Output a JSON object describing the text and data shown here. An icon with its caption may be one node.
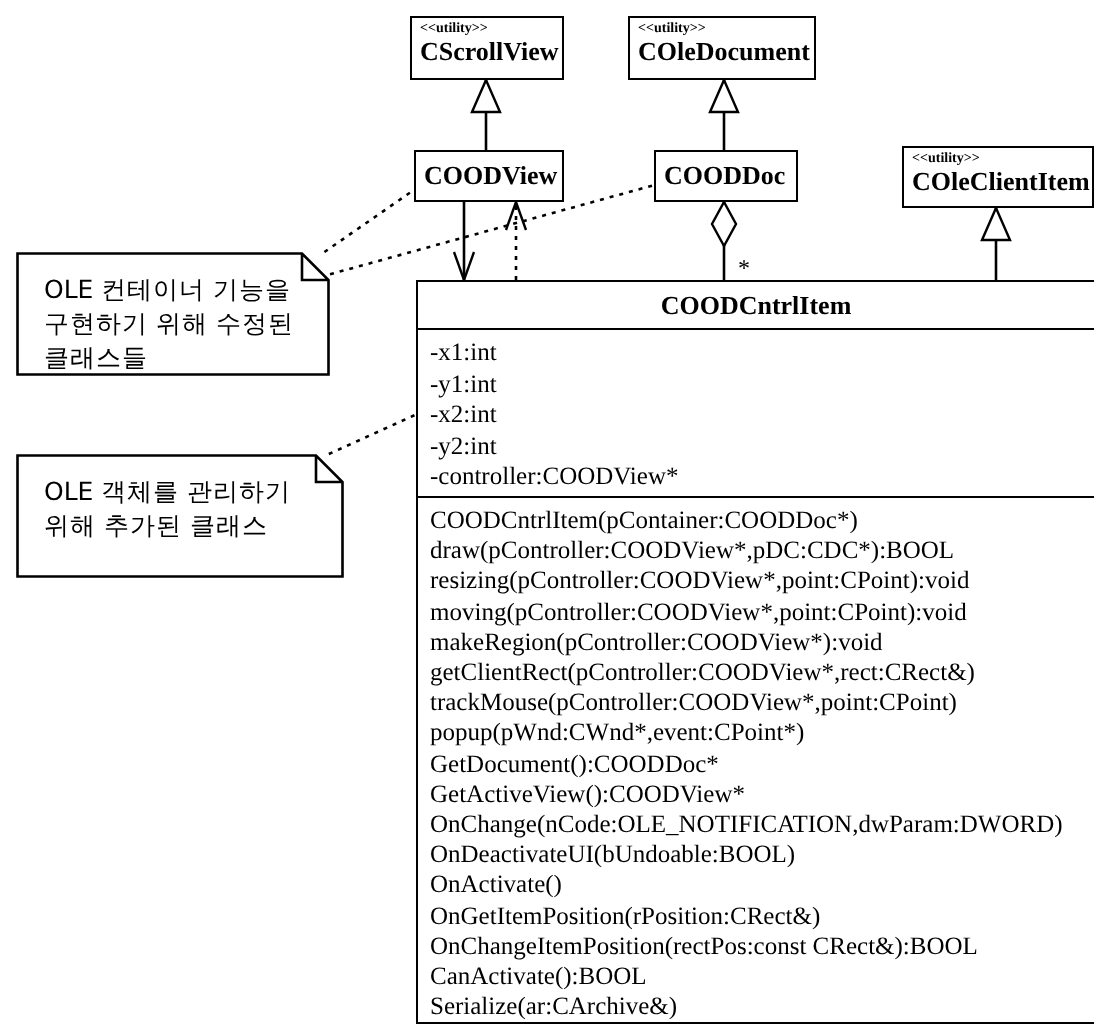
{
  "diagram": {
    "nodes": [
      {
        "text": [
          "<<utility>>",
          "CScrollView"
        ]
      },
      {
        "text": [
          "<<utility>>",
          "COleDocument"
        ]
      },
      {
        "text": [
          "COODView"
        ]
      },
      {
        "text": [
          "COODDoc"
        ]
      },
      {
        "text": [
          "<<utility>>",
          "COleClientItem"
        ]
      },
      {
        "text": [
          "OLE 컨테이너 기능을 구현하기 위해 수정된 클래스들"
        ]
      },
      {
        "text": [
          "COODCntrlItem",
          "-x1:int",
          "-y1:int",
          "-x2:int",
          "-y2:int",
          "-controller:COODView*",
          "COODCntrlItem(pContainer:COODDoc*)",
          "draw(pController:COODView*,pDC:CDC*):BOOL",
          "resizing(pController:COODView*,point:CPoint):void",
          "moving(pController:COODView*,point:CPoint):void",
          "makeRegion(pController:COODView*):void",
          "getClientRect(pController:COODView*,rect:CRect&)",
          "trackMouse(pController:COODView*,point:CPoint)",
          "popup(pWnd:CWnd*,event:CPoint*)",
          "GetDocument():COODDoc*",
          "GetActiveView():COODView*",
          "OnChange(nCode:OLE_NOTIFICATION,dwParam:DWORD)",
          "OnDeactivateUI(bUndoable:BOOL)",
          "OnActivate()",
          "OnGetItemPosition(rPosition:CRect&)",
          "OnChangeItemPosition(rectPos:const CRect&):BOOL",
          "CanActivate():BOOL",
          "Serialize(ar:CArchive&)"
        ]
      },
      {
        "text": [
          "OLE 객체를 관리하기 위해 추가된 클래스"
        ]
      }
    ],
    "edges": [
      {
        "from": 2,
        "to": 0,
        "arrow": "to"
      },
      {
        "from": 3,
        "to": 1,
        "arrow": "to"
      },
      {
        "from": 6,
        "to": 4,
        "arrow": "to"
      },
      {
        "from": 6,
        "to": 3,
        "arrow": "other",
        "label": "*"
      },
      {
        "from": 2,
        "to": 6,
        "arrow": "to"
      },
      {
        "from": 6,
        "to": 2,
        "arrow": "to",
        "style": "dashed"
      },
      {
        "from": 5,
        "to": 2,
        "arrow": "none",
        "style": "dashed"
      },
      {
        "from": 5,
        "to": 3,
        "arrow": "none",
        "style": "dashed"
      },
      {
        "from": 7,
        "to": 6,
        "arrow": "none",
        "style": "dashed"
      }
    ]
  }
}
